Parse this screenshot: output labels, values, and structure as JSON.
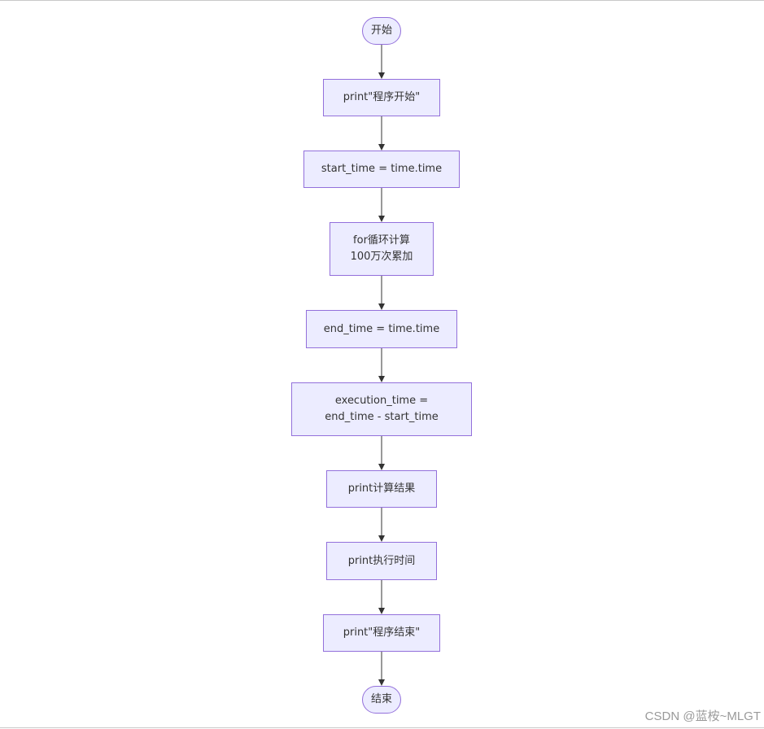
{
  "flowchart": {
    "nodes": [
      {
        "id": "start",
        "shape": "terminal",
        "text": "开始"
      },
      {
        "id": "print_start",
        "shape": "process",
        "text": "print\"程序开始\""
      },
      {
        "id": "start_time",
        "shape": "process",
        "text": "start_time = time.time"
      },
      {
        "id": "loop",
        "shape": "process",
        "text": "for循环计算\n100万次累加"
      },
      {
        "id": "end_time",
        "shape": "process",
        "text": "end_time = time.time"
      },
      {
        "id": "exec_time",
        "shape": "process",
        "text": "execution_time =\nend_time - start_time"
      },
      {
        "id": "print_result",
        "shape": "process",
        "text": "print计算结果"
      },
      {
        "id": "print_exec",
        "shape": "process",
        "text": "print执行时间"
      },
      {
        "id": "print_end",
        "shape": "process",
        "text": "print\"程序结束\""
      },
      {
        "id": "end",
        "shape": "terminal",
        "text": "结束"
      }
    ],
    "edges": [
      [
        "start",
        "print_start"
      ],
      [
        "print_start",
        "start_time"
      ],
      [
        "start_time",
        "loop"
      ],
      [
        "loop",
        "end_time"
      ],
      [
        "end_time",
        "exec_time"
      ],
      [
        "exec_time",
        "print_result"
      ],
      [
        "print_result",
        "print_exec"
      ],
      [
        "print_exec",
        "print_end"
      ],
      [
        "print_end",
        "end"
      ]
    ],
    "colors": {
      "node_fill": "#ececff",
      "node_stroke": "#9370db",
      "edge": "#333333",
      "text": "#333333"
    }
  },
  "watermark": "CSDN @蓝桉~MLGT"
}
